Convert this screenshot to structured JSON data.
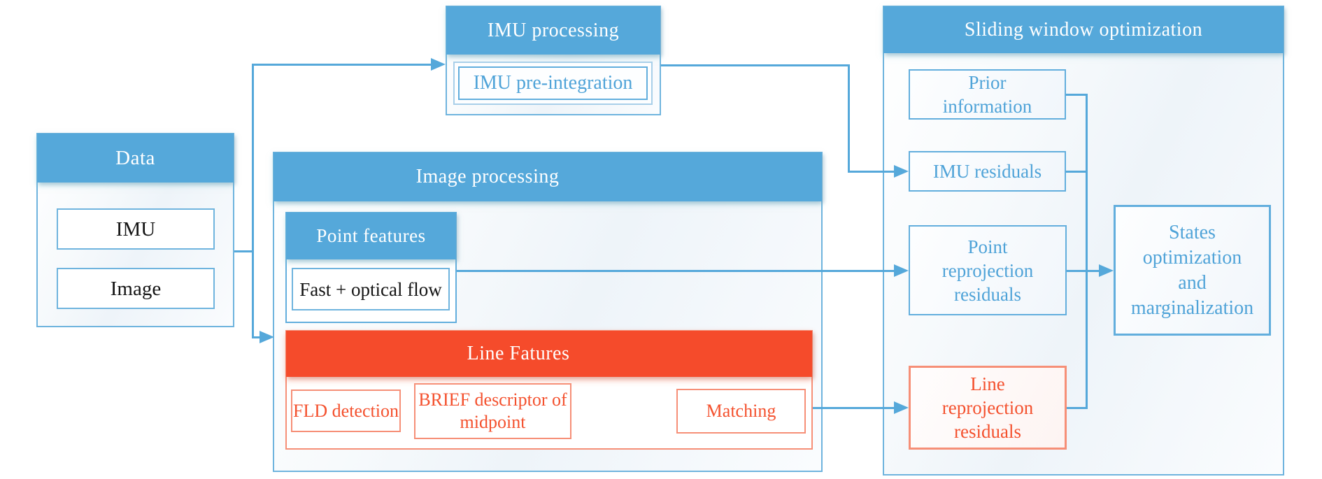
{
  "figure": {
    "palette": {
      "blue_fill": "#55a8da",
      "blue_line": "#55a8da",
      "blue_border": "#6fb4de",
      "blue_text": "#4fa3d8",
      "red_fill": "#f54b2b",
      "red_text": "#f4512e",
      "salmon_border": "#f68f77",
      "dark_text": "#141414",
      "white_text": "#ffffff"
    },
    "data_box": {
      "title": "Data",
      "items": [
        "IMU",
        "Image"
      ]
    },
    "imu_processing": {
      "title": "IMU processing",
      "item": "IMU pre-integration"
    },
    "image_processing": {
      "title": "Image processing",
      "point_features": {
        "title": "Point features",
        "item": "Fast + optical flow"
      },
      "line_features": {
        "title": "Line Fatures",
        "items": [
          "FLD detection",
          "BRIEF descriptor of\nmidpoint",
          "Matching"
        ]
      }
    },
    "sliding_window": {
      "title": "Sliding window optimization",
      "items": [
        "Prior\ninformation",
        "IMU residuals",
        "Point\nreprojection\nresiduals",
        "Line\nreprojection\nresiduals"
      ]
    },
    "states_box": {
      "label": "States\noptimization\nand\nmarginalization"
    }
  }
}
